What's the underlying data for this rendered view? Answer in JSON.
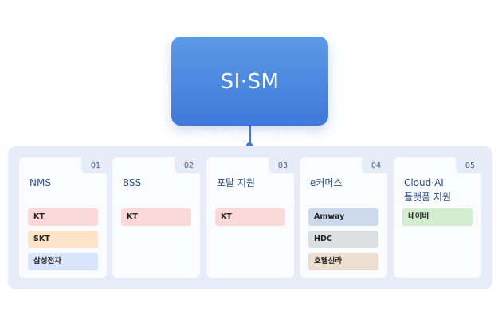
{
  "root": {
    "title": "SI·SM",
    "subtitle": "SDP(System Development Princple)"
  },
  "cards": [
    {
      "num": "01",
      "title": "NMS",
      "tags": [
        {
          "label": "KT",
          "color": "#fbd9d9"
        },
        {
          "label": "SKT",
          "color": "#fde3c8"
        },
        {
          "label": "삼성전자",
          "color": "#d8e5fa"
        }
      ]
    },
    {
      "num": "02",
      "title": "BSS",
      "tags": [
        {
          "label": "KT",
          "color": "#fbd9d9"
        }
      ]
    },
    {
      "num": "03",
      "title": "포탈 지원",
      "tags": [
        {
          "label": "KT",
          "color": "#fbd9d9"
        }
      ]
    },
    {
      "num": "04",
      "title": "e커머스",
      "tags": [
        {
          "label": "Amway",
          "color": "#cdd9ec"
        },
        {
          "label": "HDC",
          "color": "#dedfe2"
        },
        {
          "label": "호텔신라",
          "color": "#ecdfcf"
        }
      ]
    },
    {
      "num": "05",
      "title_line1": "Cloud·AI",
      "title_line2": "플랫폼 지원",
      "tags": [
        {
          "label": "네이버",
          "color": "#d4ecd0"
        }
      ]
    }
  ]
}
